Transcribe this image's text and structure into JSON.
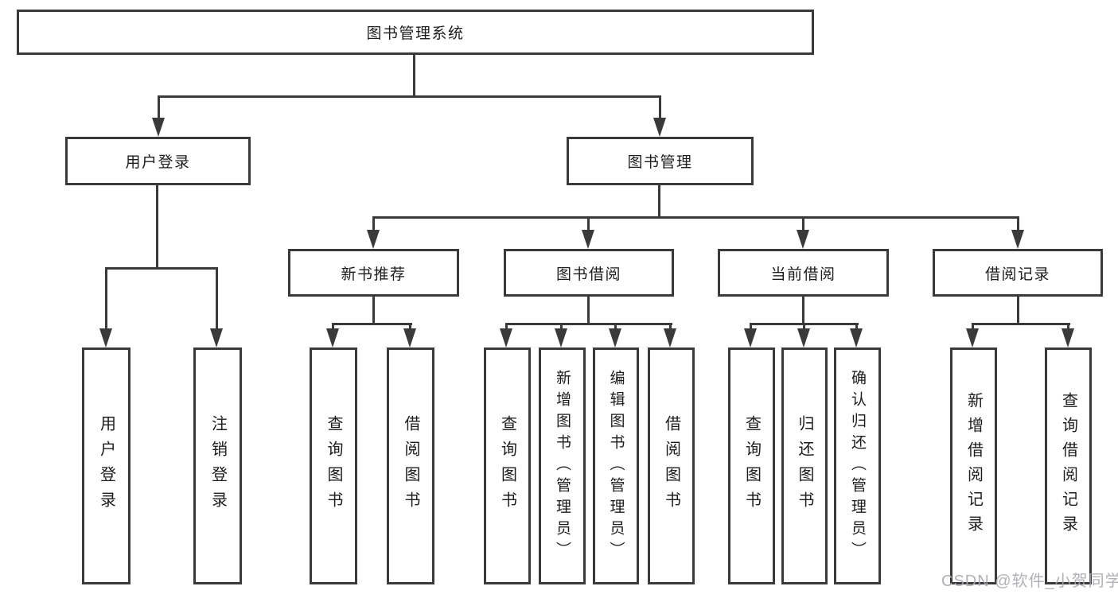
{
  "tree": {
    "label": "图书管理系统",
    "children": [
      {
        "label": "用户登录",
        "children": [
          {
            "label": "用户登录"
          },
          {
            "label": "注销登录"
          }
        ]
      },
      {
        "label": "图书管理",
        "children": [
          {
            "label": "新书推荐",
            "children": [
              {
                "label": "查询图书"
              },
              {
                "label": "借阅图书"
              }
            ]
          },
          {
            "label": "图书借阅",
            "children": [
              {
                "label": "查询图书"
              },
              {
                "label": "新增图书（管理员）"
              },
              {
                "label": "编辑图书（管理员）"
              },
              {
                "label": "借阅图书"
              }
            ]
          },
          {
            "label": "当前借阅",
            "children": [
              {
                "label": "查询图书"
              },
              {
                "label": "归还图书"
              },
              {
                "label": "确认归还（管理员）"
              }
            ]
          },
          {
            "label": "借阅记录",
            "children": [
              {
                "label": "新增借阅记录"
              },
              {
                "label": "查询借阅记录"
              }
            ]
          }
        ]
      }
    ]
  },
  "watermark": {
    "text": "CSDN @软件_小贺同学",
    "color": "#a8a8af"
  },
  "colors": {
    "background": "#ffffff",
    "box_border": "#3a3a3a",
    "connector_line": "#3a3a3a",
    "text": "#1c1c1c"
  }
}
